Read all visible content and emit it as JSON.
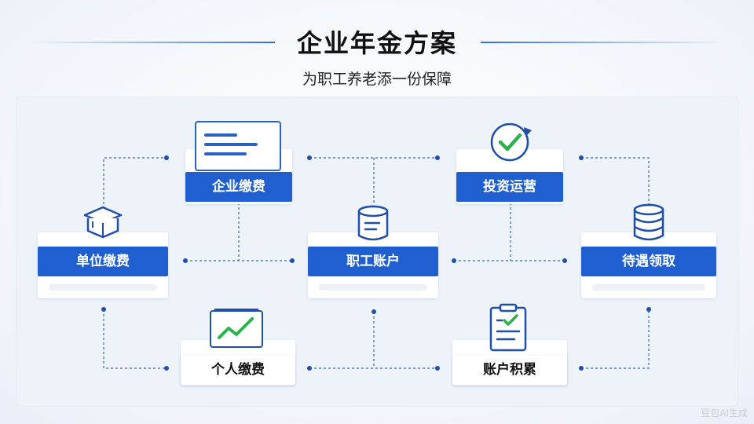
{
  "header": {
    "title": "企业年金方案",
    "subtitle": "为职工养老添一份保障"
  },
  "nodes": {
    "enterprise_payment": "企业缴费",
    "investment_operation": "投资运营",
    "unit_payment": "单位缴费",
    "employee_account": "职工账户",
    "benefit_collection": "待遇领取",
    "personal_payment": "个人缴费",
    "account_accumulation": "账户积累"
  },
  "icons": {
    "enterprise_payment": "document-icon",
    "investment_operation": "check-cycle-icon",
    "unit_payment": "graduation-box-icon",
    "employee_account": "cylinder-icon",
    "benefit_collection": "database-icon",
    "personal_payment": "growth-chart-icon",
    "account_accumulation": "clipboard-check-icon"
  },
  "colors": {
    "accent": "#1f5fd0",
    "green": "#2bb24c",
    "connector": "#1f4fa8"
  },
  "watermark": "豆包AI生成"
}
